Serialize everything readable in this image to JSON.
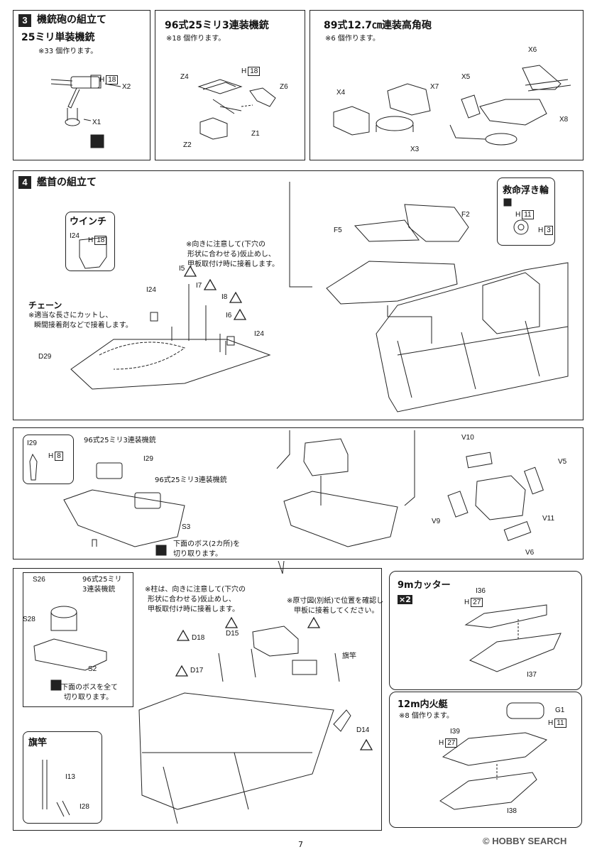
{
  "step3": {
    "num": "3",
    "title": "機銃砲の組立て",
    "single": {
      "title": "25ミリ単装機銃",
      "note": "※33 個作ります。",
      "x1": "X1",
      "x2": "X2",
      "h": "H",
      "h_ref": "18"
    },
    "triple": {
      "title": "96式25ミリ3連装機銃",
      "note": "※18 個作ります。",
      "z1": "Z1",
      "z2": "Z2",
      "z4": "Z4",
      "z6": "Z6",
      "h": "H",
      "h_ref": "18"
    },
    "hagun": {
      "title": "89式12.7㎝連装高角砲",
      "note": "※6 個作ります。",
      "x3": "X3",
      "x4": "X4",
      "x5": "X5",
      "x6": "X6",
      "x7": "X7",
      "x8": "X8"
    }
  },
  "step4": {
    "num": "4",
    "title": "艦首の組立て",
    "winch": {
      "title": "ウインチ",
      "part": "I24",
      "h": "H",
      "h_ref": "18"
    },
    "chain": {
      "title": "チェーン",
      "note1": "※適当な長さにカットし、",
      "note2": "瞬間接着剤などで接着します。"
    },
    "pillar_note": [
      "※向きに注意して(下穴の",
      "形状に合わせる)仮止めし、",
      "甲板取付け時に接着します。"
    ],
    "parts": {
      "i5": "I5",
      "i7": "I7",
      "i8": "I8",
      "i6": "I6",
      "i24a": "I24",
      "i24b": "I24",
      "d29": "D29"
    },
    "bow": {
      "f5": "F5",
      "f2": "F2"
    },
    "lifebuoy": {
      "title": "救命浮き輪",
      "h1": "H",
      "ref1": "11",
      "h2": "H",
      "ref2": "3"
    }
  },
  "sec5": {
    "i29": {
      "part": "I29",
      "h": "H",
      "ref": "8"
    },
    "label_a": "96式25ミリ3連装機銃",
    "label_b": "96式25ミリ3連装機銃",
    "i29b": "I29",
    "s3": "S3",
    "cut_note1": "下面のボス(2カ所)を",
    "cut_note2": "切り取ります。",
    "bridge": {
      "v10": "V10",
      "v5": "V5",
      "v9": "V9",
      "v11": "V11",
      "v6": "V6"
    }
  },
  "sec6": {
    "s26": "S26",
    "label_a1": "96式25ミリ",
    "label_a2": "3連装機銃",
    "s28": "S28",
    "s2": "S2",
    "cut_note1": "下面のボスを全て",
    "cut_note2": "切り取ります。",
    "pillar_note": [
      "※柱は、向きに注意して(下穴の",
      "形状に合わせる)仮止めし、",
      "甲板取付け時に接着します。"
    ],
    "pos_note": [
      "※原寸図(別紙)で位置を確認し",
      "甲板に接着してください。"
    ],
    "d18": "D18",
    "d15": "D15",
    "d17": "D17",
    "d14": "D14",
    "flagpole_label": "旗竿",
    "flagpole_box": {
      "title": "旗竿",
      "i13": "I13",
      "i28": "I28"
    },
    "cutter": {
      "title": "9mカッター",
      "times": "×2",
      "i36": "I36",
      "h": "H",
      "ref": "27",
      "i37": "I37"
    },
    "boat": {
      "title": "12m内火艇",
      "note": "※8 個作ります。",
      "g1": "G1",
      "h1": "H",
      "ref1": "11",
      "i39": "I39",
      "h2": "H",
      "ref2": "27",
      "i38": "I38"
    }
  },
  "footer": {
    "page": "7",
    "watermark": "© HOBBY SEARCH"
  }
}
